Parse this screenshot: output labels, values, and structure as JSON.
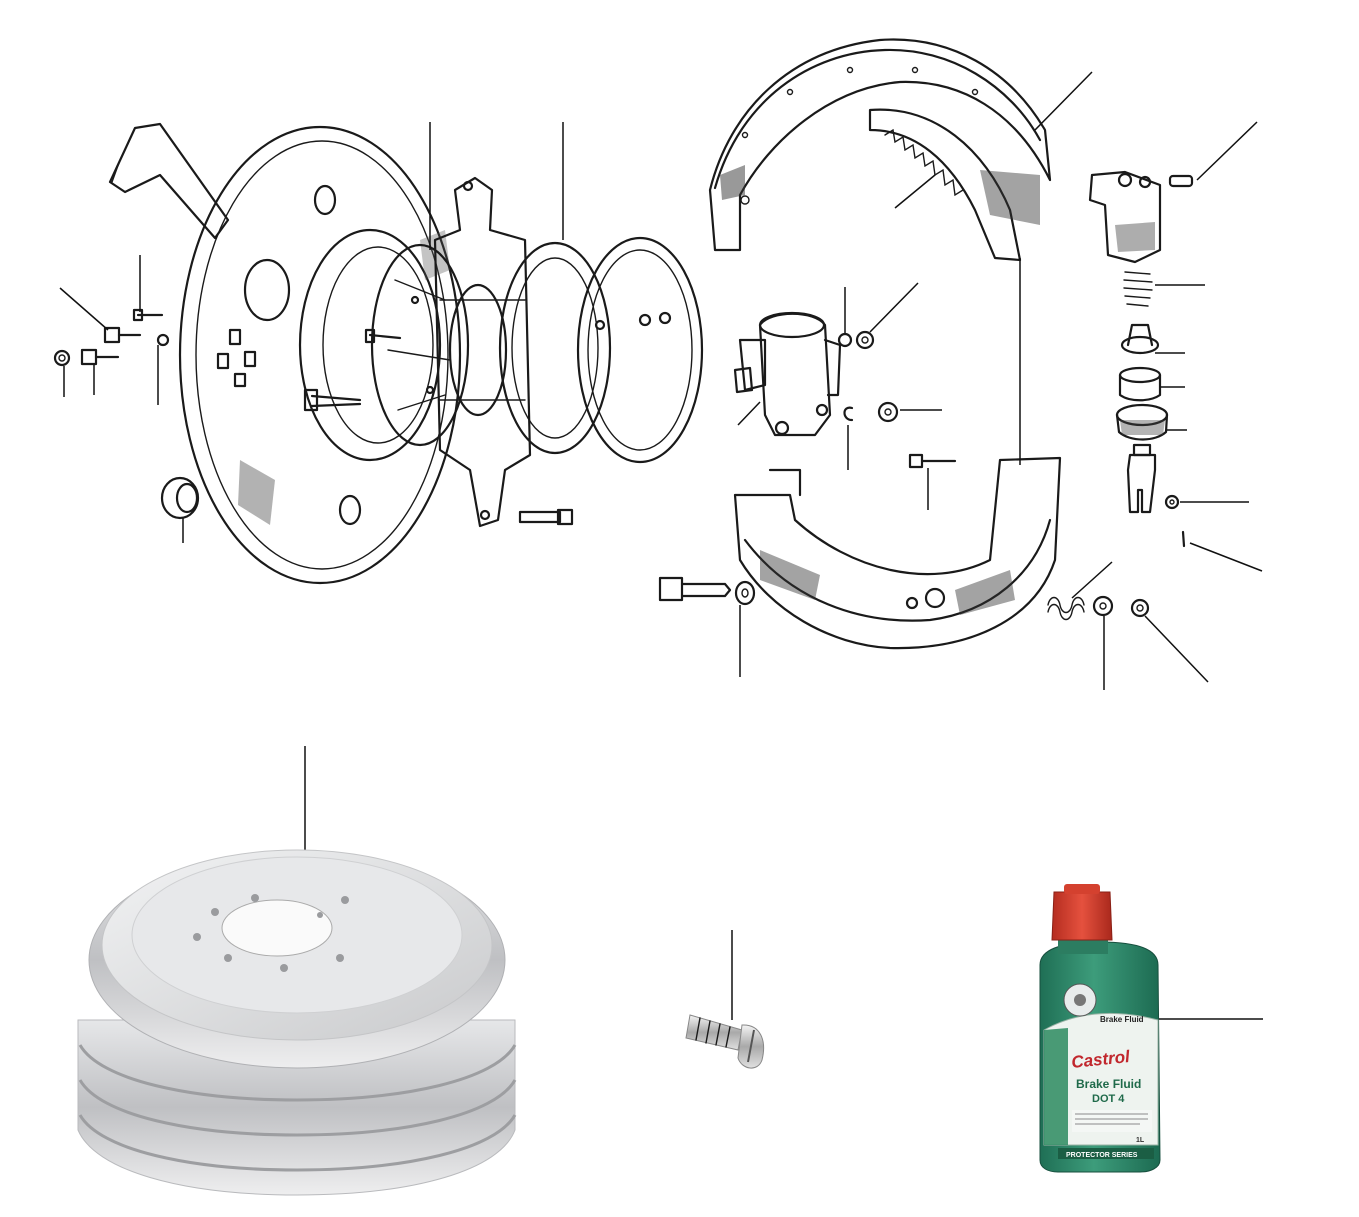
{
  "bottle": {
    "brand": "Castrol",
    "line1": "Brake Fluid",
    "line2": "DOT 4",
    "small_label": "Brake Fluid",
    "series": "PROTECTOR SERIES",
    "volume": "1L"
  },
  "colors": {
    "line_art": "#1a1a1a",
    "background": "#ffffff",
    "drum_silver": "#d9dadc",
    "bottle_green": "#2f8a6b",
    "cap_red": "#d8402f"
  }
}
